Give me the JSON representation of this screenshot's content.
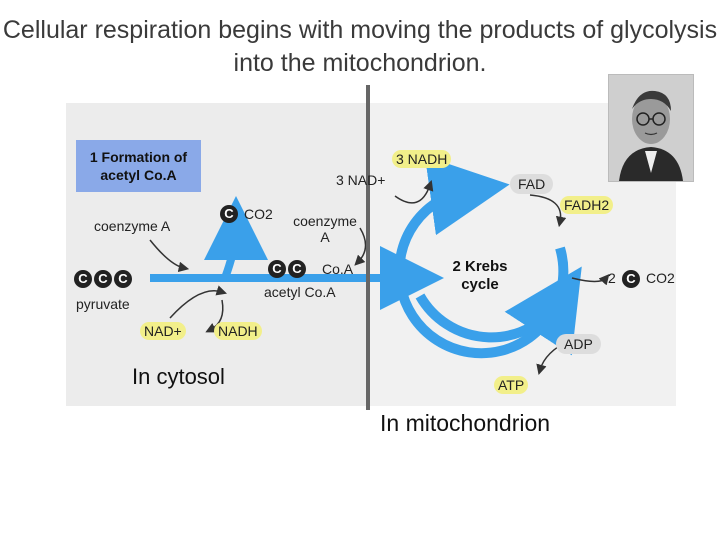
{
  "title": "Cellular respiration begins with moving the products of glycolysis into the mitochondrion.",
  "box_label": "1 Formation of acetyl Co.A",
  "coenzyme_a_left": "coenzyme A",
  "pyruvate": "pyruvate",
  "nad_left": "NAD+",
  "nadh_left": "NADH",
  "co2_left": "CO2",
  "coenzyme_a_right": "coenzyme A",
  "coa": "Co.A",
  "acetyl_coa": "acetyl Co.A",
  "nad_top": "3 NAD+",
  "nadh_top": "3 NADH",
  "fad": "FAD",
  "fadh2": "FADH2",
  "krebs": "2 Krebs cycle",
  "co2_right_count": "2",
  "co2_right": "CO2",
  "adp": "ADP",
  "atp": "ATP",
  "cytosol": "In cytosol",
  "mitochondrion": "In mitochondrion",
  "mol_letter": "C",
  "colors": {
    "arrow_blue": "#3aa0ea",
    "box_blue": "#8aa9e8",
    "highlight": "#f2ef8a"
  }
}
